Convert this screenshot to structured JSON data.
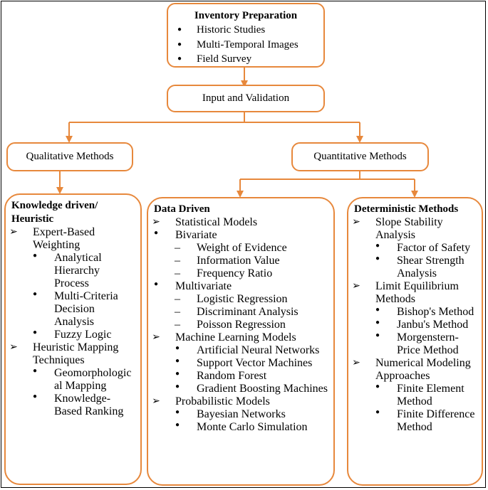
{
  "inventory": {
    "title": "Inventory Preparation",
    "items": [
      "Historic Studies",
      "Multi-Temporal Images",
      "Field Survey"
    ]
  },
  "input_validation": "Input and Validation",
  "qualitative": "Qualitative Methods",
  "quantitative": "Quantitative Methods",
  "knowledge": {
    "title_line1": "Knowledge driven/",
    "title_line2": "Heuristic",
    "group1": "Expert-Based Weighting",
    "group1_items": [
      "Analytical Hierarchy Process",
      "Multi-Criteria Decision Analysis",
      "Fuzzy Logic"
    ],
    "group2": "Heuristic Mapping Techniques",
    "group2_items": [
      "Geomorphological Mapping",
      "Knowledge-Based Ranking"
    ]
  },
  "data_driven": {
    "title": "Data Driven",
    "statistical": "Statistical Models",
    "bivariate": "Bivariate",
    "bivariate_items": [
      "Weight of Evidence",
      "Information Value",
      "Frequency Ratio"
    ],
    "multivariate": "Multivariate",
    "multivariate_items": [
      "Logistic Regression",
      "Discriminant Analysis",
      "Poisson Regression"
    ],
    "ml": "Machine Learning Models",
    "ml_items": [
      "Artificial Neural Networks",
      "Support Vector Machines",
      "Random Forest",
      "Gradient Boosting Machines"
    ],
    "prob": "Probabilistic Models",
    "prob_items": [
      "Bayesian Networks",
      "Monte Carlo Simulation"
    ]
  },
  "deterministic": {
    "title": "Deterministic Methods",
    "slope": "Slope Stability Analysis",
    "slope_items": [
      "Factor of Safety",
      "Shear Strength Analysis"
    ],
    "limit": "Limit Equilibrium Methods",
    "limit_items": [
      "Bishop's Method",
      "Janbu's Method",
      "Morgenstern-Price Method"
    ],
    "numerical": "Numerical Modeling Approaches",
    "numerical_items": [
      "Finite Element Method",
      "Finite Difference Method"
    ]
  },
  "colors": {
    "box_border": "#e7883c",
    "arrow": "#e7883c"
  }
}
